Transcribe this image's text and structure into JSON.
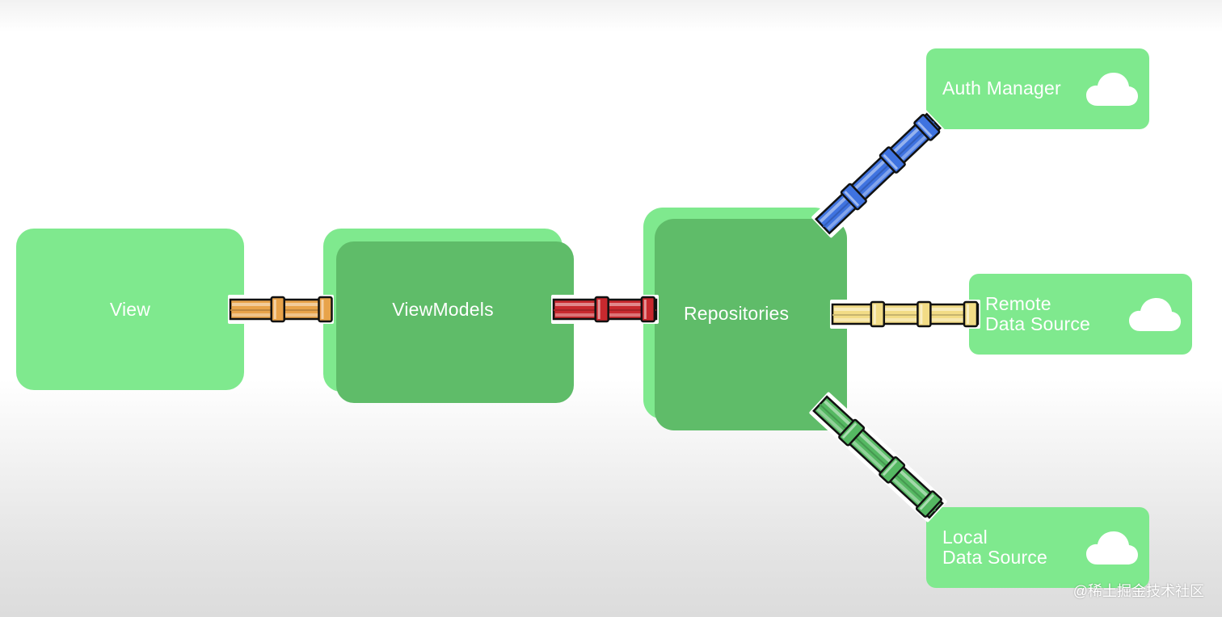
{
  "nodes": {
    "view": {
      "label": "View"
    },
    "viewmodels": {
      "label": "ViewModels"
    },
    "repositories": {
      "label": "Repositories"
    },
    "auth_manager": {
      "label": "Auth Manager",
      "icon": "cloud-icon"
    },
    "remote_data_source": {
      "label": "Remote\nData Source",
      "icon": "cloud-icon"
    },
    "local_data_source": {
      "label": "Local\nData Source",
      "icon": "cloud-icon"
    }
  },
  "connections": [
    {
      "from": "View",
      "to": "ViewModels",
      "color": "#e8a34a"
    },
    {
      "from": "ViewModels",
      "to": "Repositories",
      "color": "#c8292e"
    },
    {
      "from": "Repositories",
      "to": "Auth Manager",
      "color": "#3f73e0"
    },
    {
      "from": "Repositories",
      "to": "Remote Data Source",
      "color": "#f2dc86"
    },
    {
      "from": "Repositories",
      "to": "Local Data Source",
      "color": "#55b862"
    }
  ],
  "colors": {
    "node_fill": "#7fe98e",
    "node_shadow": "#5fbc69",
    "text": "#ffffff"
  },
  "watermark": "@稀土掘金技术社区"
}
